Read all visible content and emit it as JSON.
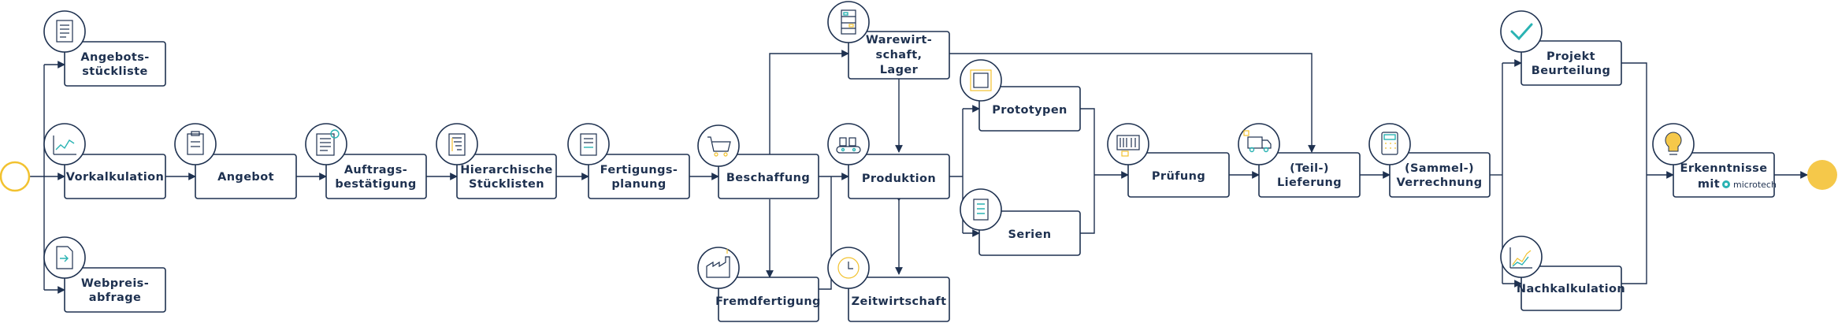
{
  "colors": {
    "line": "#1e3150",
    "accent_yellow": "#f2c230",
    "accent_teal": "#2ab3b3"
  },
  "nodes": {
    "angebotsstueckliste": [
      "Angebots-",
      "stückliste"
    ],
    "vorkalkulation": [
      "Vorkalkulation"
    ],
    "webpreisabfrage": [
      "Webpreis-",
      "abfrage"
    ],
    "angebot": [
      "Angebot"
    ],
    "auftragsbestaetigung": [
      "Auftrags-",
      "bestätigung"
    ],
    "hierarchische_stuecklisten": [
      "Hierarchische",
      "Stücklisten"
    ],
    "fertigungsplanung": [
      "Fertigungs-",
      "planung"
    ],
    "beschaffung": [
      "Beschaffung"
    ],
    "warewirtschaft_lager": [
      "Warewirt-",
      "schaft,",
      "Lager"
    ],
    "produktion": [
      "Produktion"
    ],
    "fremdfertigung": [
      "Fremdfertigung"
    ],
    "zeitwirtschaft": [
      "Zeitwirtschaft"
    ],
    "prototypen": [
      "Prototypen"
    ],
    "serien": [
      "Serien"
    ],
    "pruefung": [
      "Prüfung"
    ],
    "teil_lieferung": [
      "(Teil-)",
      "Lieferung"
    ],
    "sammel_verrechnung": [
      "(Sammel-)",
      "Verrechnung"
    ],
    "projekt_beurteilung": [
      "Projekt",
      "Beurteilung"
    ],
    "nachkalkulation": [
      "Nachkalkulation"
    ],
    "erkenntnisse": [
      "Erkenntnisse",
      "mit"
    ],
    "brand": "microtech"
  }
}
